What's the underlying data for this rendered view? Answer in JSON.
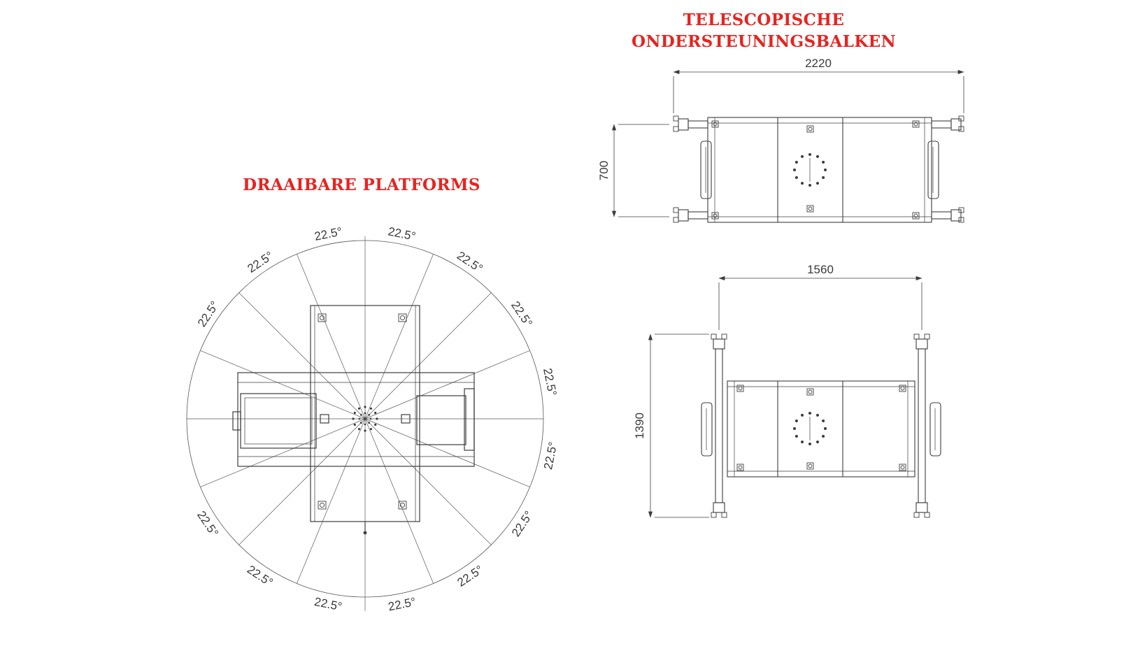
{
  "titles": {
    "left": "DRAAIBARE PLATFORMS",
    "right_line1": "TELESCOPISCHE",
    "right_line2": "ONDERSTEUNINGSBALKEN",
    "color": "#e8231f"
  },
  "rotary_diagram": {
    "angle_label": "22.5°",
    "ray_count": 16,
    "ray_step_deg": 22.5,
    "label_angles_deg": [
      11.25,
      33.75,
      56.25,
      78.75,
      101.25,
      123.75,
      146.25,
      168.75,
      191.25,
      213.75,
      236.25,
      303.75,
      326.25,
      348.75
    ]
  },
  "beam_top_view": {
    "width_label": "2220",
    "height_label": "700"
  },
  "beam_bottom_view": {
    "width_label": "1560",
    "height_label": "1390"
  },
  "drawing": {
    "line_color": "#3d3d3d",
    "dim_text_color": "#3a3a3a"
  }
}
